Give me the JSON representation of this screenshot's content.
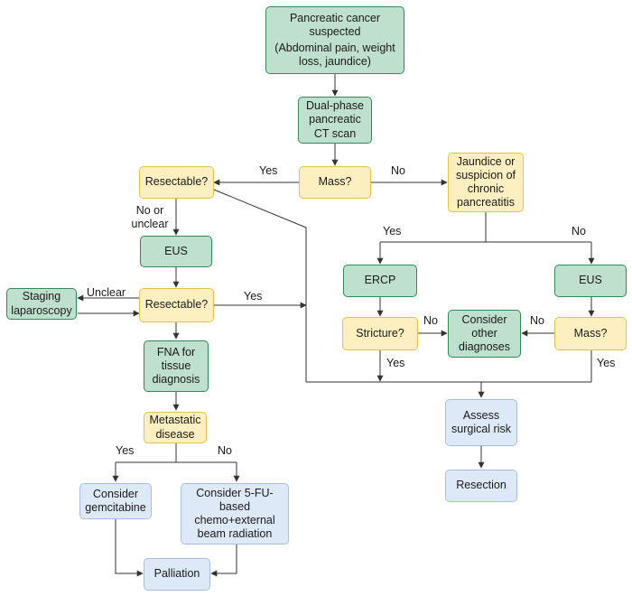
{
  "nodes": {
    "start_title": "Pancreatic cancer suspected",
    "start_detail": "(Abdominal pain, weight loss, jaundice)",
    "ct": "Dual-phase pancreatic CT scan",
    "mass1": "Mass?",
    "resectable1": "Resectable?",
    "jaundice": "Jaundice or suspicion of chronic pancreatitis",
    "eus1": "EUS",
    "ercp": "ERCP",
    "eus2": "EUS",
    "staging": "Staging laparoscopy",
    "resectable2": "Resectable?",
    "stricture": "Stricture?",
    "other": "Consider other diagnoses",
    "mass2": "Mass?",
    "fna": "FNA for tissue diagnosis",
    "assess": "Assess surgical risk",
    "metastatic": "Metastatic disease",
    "resection": "Resection",
    "gemcitabine": "Consider gemcitabine",
    "chemo": "Consider 5-FU-based chemo+external beam radiation",
    "palliation": "Palliation"
  },
  "edge_labels": {
    "mass_yes": "Yes",
    "mass_no": "No",
    "res1_no_unclear": "No or unclear",
    "jaundice_yes": "Yes",
    "jaundice_no": "No",
    "res2_unclear": "Unclear",
    "res2_yes": "Yes",
    "stricture_no": "No",
    "stricture_yes": "Yes",
    "mass2_no": "No",
    "mass2_yes": "Yes",
    "meta_yes": "Yes",
    "meta_no": "No"
  },
  "colors": {
    "action": "#bfe0cd",
    "decision": "#fdefbf",
    "outcome": "#dde9f7",
    "line": "#333333"
  }
}
